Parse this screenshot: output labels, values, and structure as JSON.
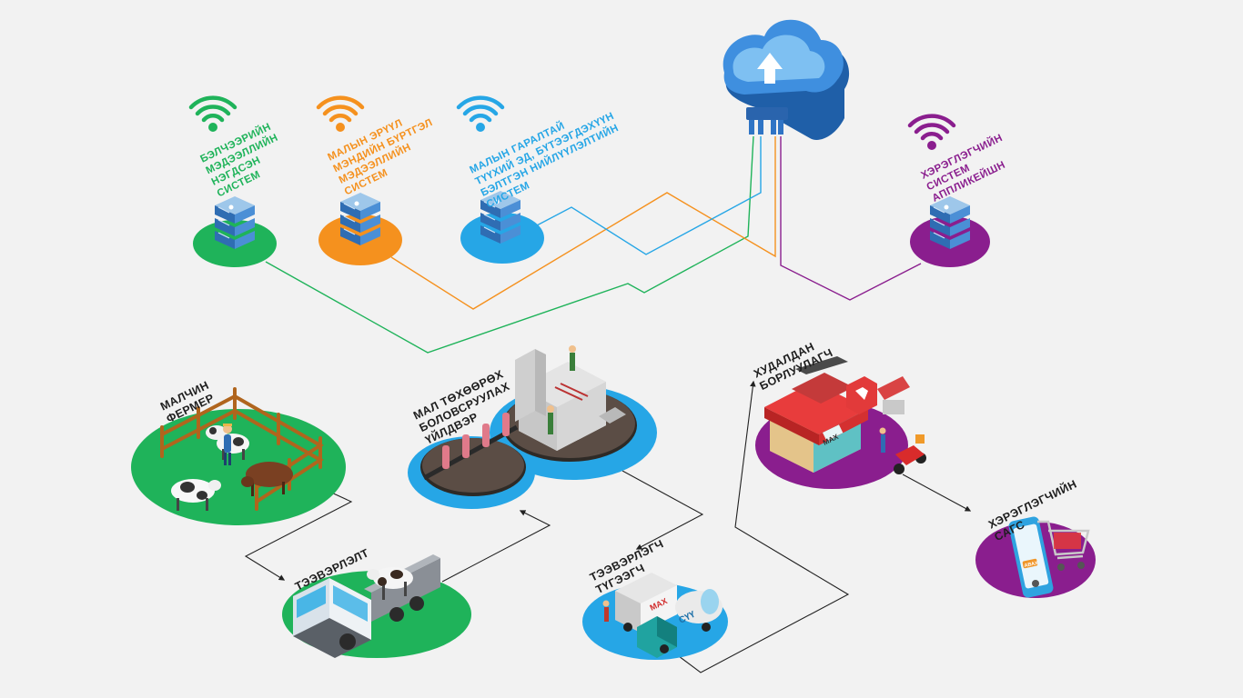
{
  "colors": {
    "green": "#1fb35a",
    "orange": "#f5911e",
    "blue": "#26a6e6",
    "purple": "#8a1e8e",
    "background": "#f2f2f2",
    "cloud": "#2f74c5"
  },
  "info_systems": [
    {
      "lines": [
        "БЭЛЧЭЭРИЙН",
        "МЭДЭЭЛЛИЙН",
        "НЭГДСЭН",
        "СИСТЕМ"
      ],
      "color": "#1fb35a",
      "icons": [
        "wifi-icon",
        "server-icon"
      ]
    },
    {
      "lines": [
        "МАЛЫН ЭРҮҮЛ",
        "МЭНДИЙН БҮРТГЭЛ",
        "МЭДЭЭЛЛИЙН",
        "СИСТЕМ"
      ],
      "color": "#f5911e",
      "icons": [
        "wifi-icon",
        "server-icon"
      ]
    },
    {
      "lines": [
        "МАЛЫН ГАРАЛТАЙ",
        "ТҮҮХИЙ ЭД, БҮТЭЭГДЭХҮҮН",
        "БЭЛТГЭН НИЙЛҮҮЛЭЛТИЙН",
        "СИСТЕМ"
      ],
      "color": "#26a6e6",
      "icons": [
        "wifi-icon",
        "server-icon"
      ]
    },
    {
      "lines": [
        "ХЭРЭГЛЭГЧИЙН",
        "СИСТЕМ",
        "АППЛИКЕЙШН"
      ],
      "color": "#8a1e8e",
      "icons": [
        "wifi-icon",
        "server-icon"
      ]
    }
  ],
  "cloud": {
    "icon": "cloud-upload-icon"
  },
  "stages": {
    "herder": {
      "lines": [
        "МАЛЧИН",
        "ФЕРМЕР"
      ],
      "icon": "livestock-farm-icon"
    },
    "transport": {
      "lines": [
        "ТЭЭВЭРЛЭЛТ"
      ],
      "icon": "livestock-truck-icon"
    },
    "processing": {
      "lines": [
        "МАЛ ТӨХӨӨРӨХ",
        "БОЛОВСРУУЛАХ",
        "ҮЙЛДВЭР"
      ],
      "icon": "meat-processing-plant-icon"
    },
    "distributor": {
      "lines": [
        "ТЭЭВЭРЛЭГЧ",
        "ТҮГЭЭГЧ"
      ],
      "icon": "delivery-trucks-icon",
      "truck_labels": [
        "МАХ",
        "СҮҮ"
      ]
    },
    "retailer": {
      "lines": [
        "ХУДАЛДАН",
        "БОРЛУУЛАГЧ"
      ],
      "icon": "meat-shop-icon",
      "shop_sign": "МАХ"
    },
    "consumer": {
      "lines": [
        "ХЭРЭГЛЭГЧИЙН",
        "САГС"
      ],
      "icon": "phone-shopping-cart-icon",
      "phone_button": "АВАХ"
    }
  }
}
